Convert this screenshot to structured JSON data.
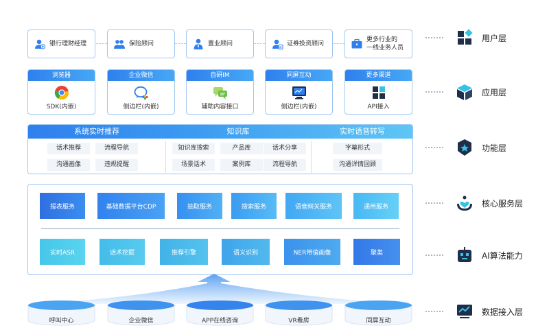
{
  "user_layer": {
    "cards": [
      {
        "label": "银行理财经理",
        "icon": "user-add-icon"
      },
      {
        "label": "保险顾问",
        "icon": "users-icon"
      },
      {
        "label": "置业顾问",
        "icon": "person-tie-icon"
      },
      {
        "label": "证券投资顾问",
        "icon": "user-id-icon"
      },
      {
        "label": "更多行业的一线业务人员",
        "label_line1": "更多行业的",
        "label_line2": "一线业务人员",
        "icon": "briefcase-icon"
      }
    ]
  },
  "app_layer": {
    "cards": [
      {
        "header": "浏览器",
        "label": "SDK(内嵌)",
        "icon": "chrome-icon"
      },
      {
        "header": "企业微信",
        "label": "侧边栏(内嵌)",
        "icon": "wecom-icon"
      },
      {
        "header": "自研IM",
        "label": "辅助内容接口",
        "icon": "chat-bubbles-icon"
      },
      {
        "header": "同屏互动",
        "label": "侧边栏(内嵌)",
        "icon": "screen-icon"
      },
      {
        "header": "更多渠道",
        "label": "API接入",
        "icon": "grid-icon"
      }
    ]
  },
  "function_layer": {
    "sections": [
      {
        "title": "系统实时推荐",
        "items": [
          "话术推荐",
          "流程导航",
          "沟通画像",
          "违规提醒"
        ]
      },
      {
        "title": "知识库",
        "items": [
          "知识库搜索",
          "产品库",
          "话术分享",
          "场景话术",
          "案例库",
          "流程导航"
        ]
      },
      {
        "title": "实时语音转写",
        "items": [
          "字幕形式",
          "沟通详情回顾"
        ]
      }
    ]
  },
  "core_services": [
    "报表服务",
    "基础数据平台CDP",
    "抽取服务",
    "搜索服务",
    "语音网关服务",
    "通用服务"
  ],
  "algorithms": [
    "实时ASR",
    "话术挖掘",
    "推荐引擎",
    "语义识别",
    "NER带值画像",
    "聚类"
  ],
  "data_sources": [
    "呼叫中心",
    "企业微信",
    "APP在线咨询",
    "VR看房",
    "同屏互动"
  ],
  "legend": [
    {
      "label": "用户层",
      "icon": "blocks-icon"
    },
    {
      "label": "应用层",
      "icon": "cube-icon"
    },
    {
      "label": "功能层",
      "icon": "star-shield-icon"
    },
    {
      "label": "核心服务层",
      "icon": "heart-hand-icon"
    },
    {
      "label": "AI算法能力",
      "icon": "robot-icon"
    },
    {
      "label": "数据接入层",
      "icon": "monitor-chart-icon"
    }
  ],
  "colors": {
    "primary_blue": "#2f80ed",
    "light_blue": "#5ec6f5",
    "cyan": "#36c2e8",
    "dark_navy": "#1f2f4a",
    "panel_border": "#9fc7f0"
  }
}
